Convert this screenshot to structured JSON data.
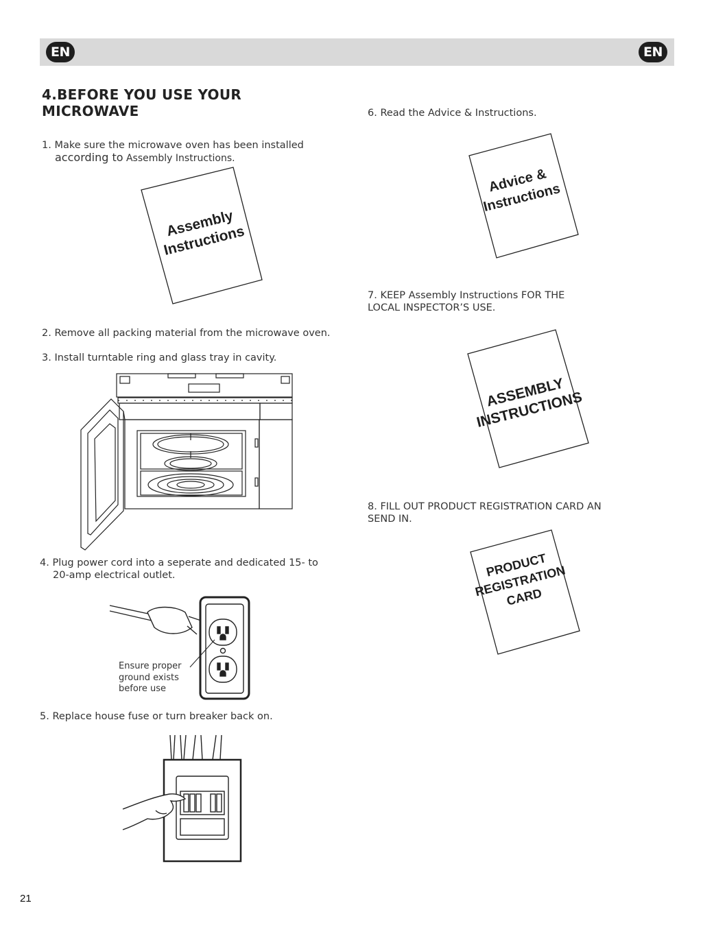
{
  "header": {
    "left_badge": "EN",
    "right_badge": "EN"
  },
  "section_title": "4.BEFORE YOU USE YOUR MICROWAVE",
  "steps": {
    "s1": {
      "line1": "1. Make sure the microwave oven has been installed",
      "line2_a": "according to",
      "line2_b": " Assembly Instructions."
    },
    "s2": "2. Remove all packing material from the microwave oven.",
    "s3": "3. Install turntable ring and glass tray in cavity.",
    "s4": {
      "line1": "4. Plug power cord into a seperate and dedicated 15- to",
      "line2": "20-amp electrical outlet."
    },
    "s5": "5. Replace house fuse or turn breaker back on.",
    "s6": "6. Read the  Advice & Instructions.",
    "s7": {
      "line1": "7. KEEP Assembly Instructions FOR THE",
      "line2": "LOCAL INSPECTOR’S USE."
    },
    "s8": {
      "line1": "8. FILL OUT PRODUCT  REGISTRATION CARD AN",
      "line2": "SEND IN."
    }
  },
  "outlet_note": [
    "Ensure proper",
    "ground exists",
    "before use"
  ],
  "books": {
    "assembly": [
      "Assembly",
      "Instructions"
    ],
    "advice": [
      "Advice &",
      "Instructions"
    ],
    "assembly_caps": [
      "ASSEMBLY",
      "INSTRUCTIONS"
    ],
    "registration": [
      "PRODUCT",
      "REGISTRATION",
      "CARD"
    ]
  },
  "page_number": "21"
}
